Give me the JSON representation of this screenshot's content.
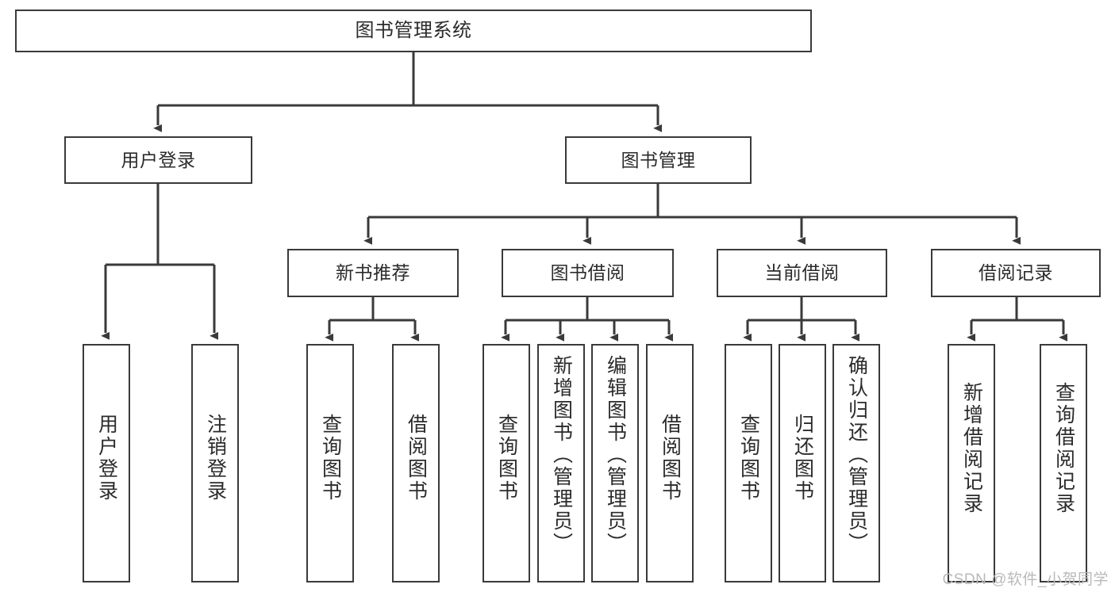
{
  "diagram": {
    "title": "图书管理系统",
    "type": "functional-structure-tree",
    "root": {
      "id": "root",
      "label": "图书管理系统"
    },
    "level2": [
      {
        "id": "user-login",
        "label": "用户登录"
      },
      {
        "id": "book-manage",
        "label": "图书管理"
      }
    ],
    "level3": [
      {
        "id": "new-book-rec",
        "label": "新书推荐",
        "parent": "book-manage"
      },
      {
        "id": "book-borrow",
        "label": "图书借阅",
        "parent": "book-manage"
      },
      {
        "id": "current-borrow",
        "label": "当前借阅",
        "parent": "book-manage"
      },
      {
        "id": "borrow-record",
        "label": "借阅记录",
        "parent": "book-manage"
      }
    ],
    "leaves": [
      {
        "id": "leaf-user-login",
        "label": "用户登录",
        "parent": "user-login"
      },
      {
        "id": "leaf-user-logout",
        "label": "注销登录",
        "parent": "user-login"
      },
      {
        "id": "leaf-query-book-1",
        "label": "查询图书",
        "parent": "new-book-rec"
      },
      {
        "id": "leaf-borrow-book-1",
        "label": "借阅图书",
        "parent": "new-book-rec"
      },
      {
        "id": "leaf-query-book-2",
        "label": "查询图书",
        "parent": "book-borrow"
      },
      {
        "id": "leaf-add-book",
        "label": "新增图书（管理员）",
        "parent": "book-borrow"
      },
      {
        "id": "leaf-edit-book",
        "label": "编辑图书（管理员）",
        "parent": "book-borrow"
      },
      {
        "id": "leaf-borrow-book-2",
        "label": "借阅图书",
        "parent": "book-borrow"
      },
      {
        "id": "leaf-query-book-3",
        "label": "查询图书",
        "parent": "current-borrow"
      },
      {
        "id": "leaf-return-book",
        "label": "归还图书",
        "parent": "current-borrow"
      },
      {
        "id": "leaf-confirm-return",
        "label": "确认归还（管理员）",
        "parent": "current-borrow"
      },
      {
        "id": "leaf-add-record",
        "label": "新增借阅记录",
        "parent": "borrow-record"
      },
      {
        "id": "leaf-query-record",
        "label": "查询借阅记录",
        "parent": "borrow-record"
      }
    ]
  },
  "watermark": {
    "text": "CSDN @软件_小贺同学"
  },
  "colors": {
    "background": "#ffffff",
    "stroke": "#3a3a3a",
    "text": "#2b2b2b",
    "watermark": "#b9b9b9"
  }
}
